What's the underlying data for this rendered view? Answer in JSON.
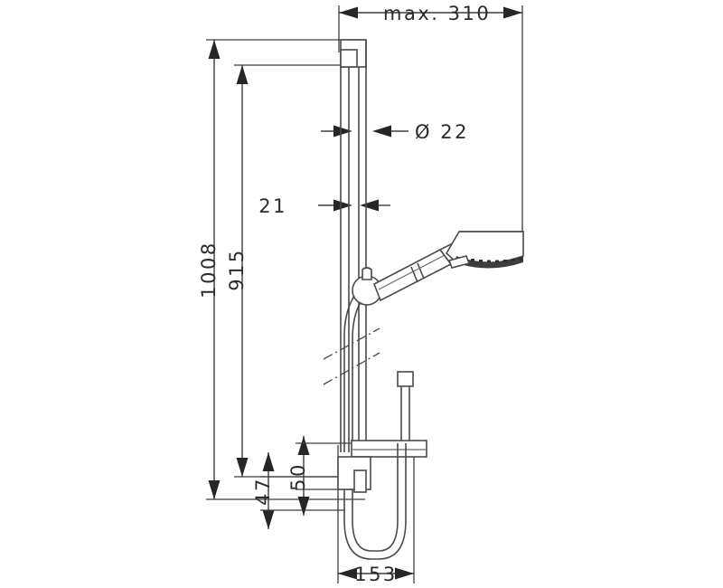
{
  "drawing": {
    "title": "Shower rail set technical dimension drawing",
    "units": "mm",
    "line_color": "#4a4a4a",
    "text_color": "#2b2b2b",
    "background": "#ffffff"
  },
  "dimensions": {
    "top_width": "max. 310",
    "pipe_diameter": "Ø 22",
    "wall_offset": "21",
    "overall_height": "1008",
    "rail_height": "915",
    "bracket_offset": "47",
    "bracket_height": "50",
    "base_width": "153"
  },
  "parts": {
    "top_bracket": "top-wall-bracket",
    "slide_rail": "slide-rail",
    "hand_shower": "hand-shower",
    "shower_head": "shower-head-face",
    "slider_joint": "slider-joint",
    "hose": "shower-hose",
    "hose_connector": "hose-connector",
    "bottom_bracket": "bottom-wall-bracket",
    "soap_dish": "soap-dish",
    "break_line": "break-line"
  }
}
